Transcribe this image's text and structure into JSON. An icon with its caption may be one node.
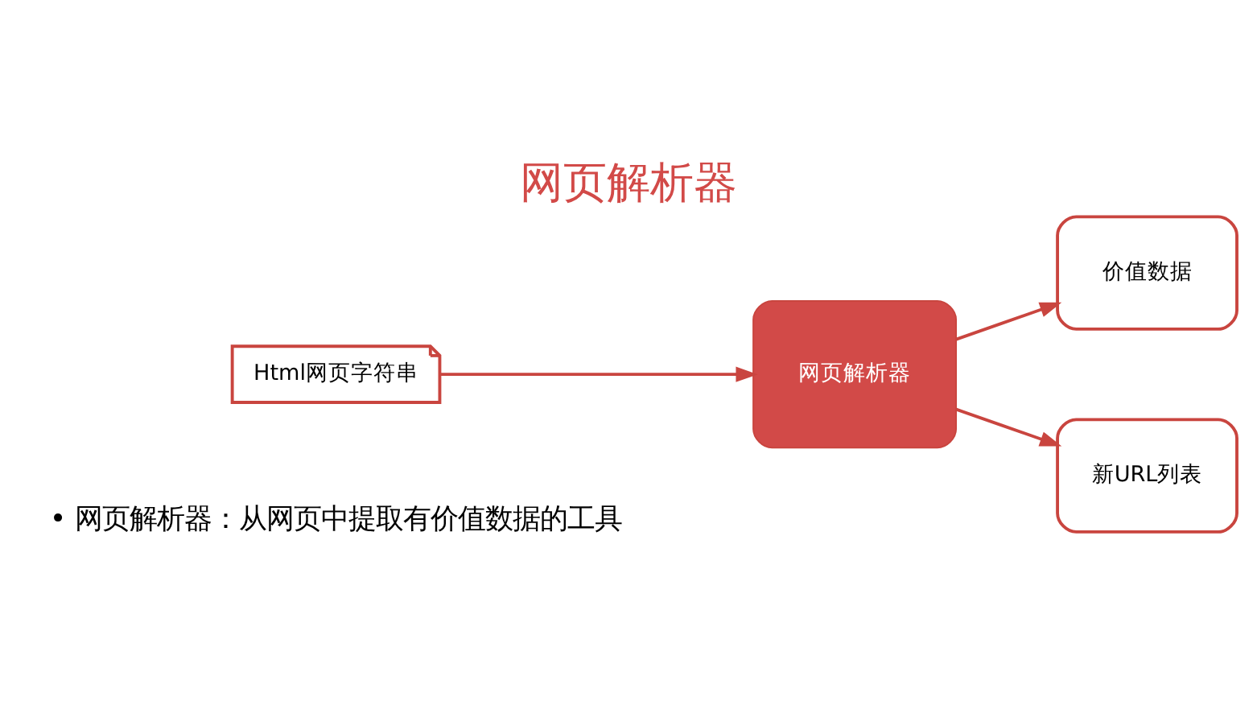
{
  "diagram": {
    "title": "网页解析器",
    "nodes": [
      {
        "text": [
          "Html网页字符串"
        ]
      },
      {
        "text": [
          "网页解析器"
        ]
      },
      {
        "text": [
          "价值数据"
        ]
      },
      {
        "text": [
          "新URL列表"
        ]
      }
    ],
    "edges": [
      {
        "from": 0,
        "to": 1,
        "arrow": "to"
      },
      {
        "from": 1,
        "to": 2,
        "arrow": "to"
      },
      {
        "from": 1,
        "to": 3,
        "arrow": "to"
      }
    ],
    "labels": [
      "• 网页解析器：从网页中提取有价值数据的工具"
    ]
  }
}
